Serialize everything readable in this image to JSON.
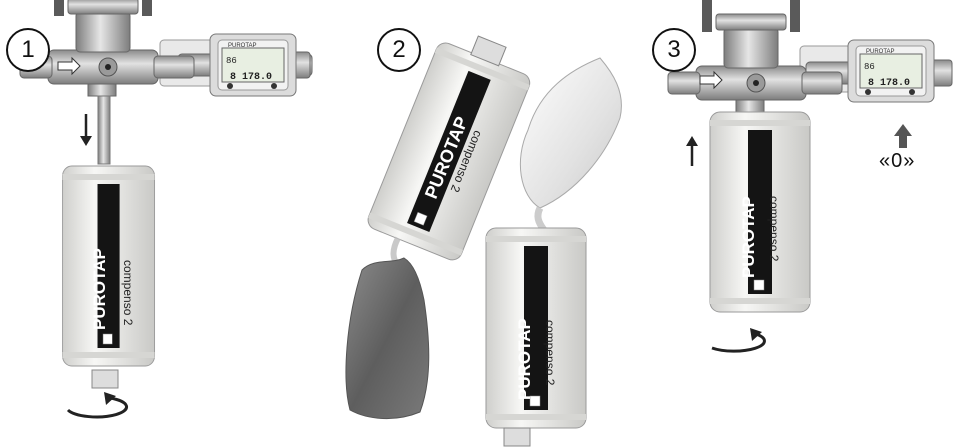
{
  "steps": [
    {
      "number": "1"
    },
    {
      "number": "2"
    },
    {
      "number": "3"
    }
  ],
  "cartridge": {
    "brand": "PUROTAP",
    "model": "compenso 2"
  },
  "meter": {
    "brand": "PUROTAP",
    "reading_top": "86",
    "reading_main": "8 178.0"
  },
  "reset_label": "«0»",
  "colors": {
    "cartridge_body": "#ecebe8",
    "label_band": "#141414",
    "metal": "#b9b9b9",
    "bag": "#6e6e6e",
    "salt_bag": "#e4e4e4",
    "arrow": "#222222"
  }
}
